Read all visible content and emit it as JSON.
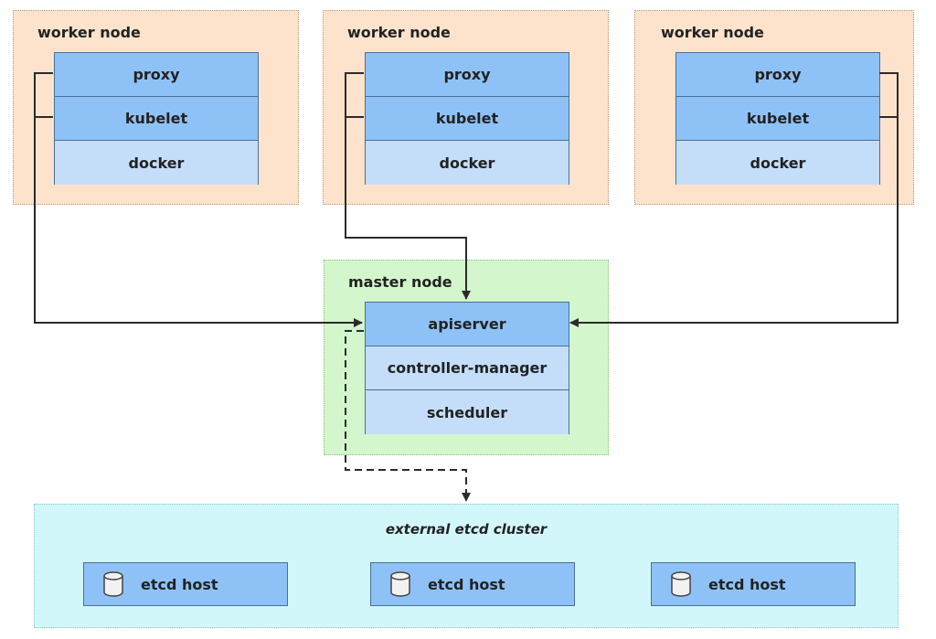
{
  "workers": [
    {
      "title": "worker node",
      "components": [
        "proxy",
        "kubelet",
        "docker"
      ]
    },
    {
      "title": "worker node",
      "components": [
        "proxy",
        "kubelet",
        "docker"
      ]
    },
    {
      "title": "worker node",
      "components": [
        "proxy",
        "kubelet",
        "docker"
      ]
    }
  ],
  "master": {
    "title": "master node",
    "components": [
      "apiserver",
      "controller-manager",
      "scheduler"
    ]
  },
  "etcd": {
    "title": "external etcd cluster",
    "hosts": [
      "etcd host",
      "etcd host",
      "etcd host"
    ],
    "host_icon": "database-icon"
  },
  "colors": {
    "worker_bg": "#fde3cc",
    "master_bg": "#d3f6cc",
    "etcd_bg": "#d2f7fb",
    "component_dark": "#8ec2f6",
    "component_light": "#c4defa"
  }
}
